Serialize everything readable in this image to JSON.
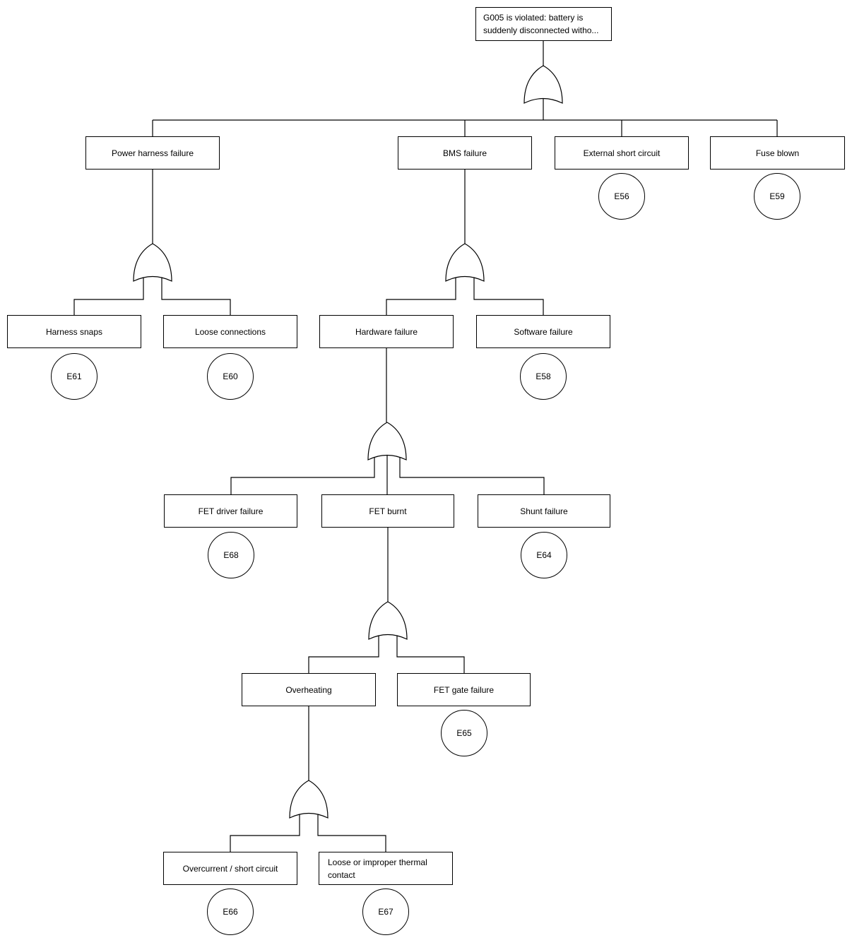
{
  "fault_tree": {
    "nodes": {
      "root": {
        "label": "G005 is violated: battery is suddenly disconnected witho...",
        "type": "top-event-box",
        "gate": "OR"
      },
      "power_harness_failure": {
        "label": "Power harness failure",
        "type": "event-box",
        "gate": "OR",
        "parent": "root"
      },
      "bms_failure": {
        "label": "BMS failure",
        "type": "event-box",
        "gate": "OR",
        "parent": "root"
      },
      "external_short_circuit": {
        "label": "External short circuit",
        "type": "basic-event",
        "event_id": "E56",
        "parent": "root"
      },
      "fuse_blown": {
        "label": "Fuse blown",
        "type": "basic-event",
        "event_id": "E59",
        "parent": "root"
      },
      "harness_snaps": {
        "label": "Harness snaps",
        "type": "basic-event",
        "event_id": "E61",
        "parent": "power_harness_failure"
      },
      "loose_connections": {
        "label": "Loose connections",
        "type": "basic-event",
        "event_id": "E60",
        "parent": "power_harness_failure"
      },
      "hardware_failure": {
        "label": "Hardware failure",
        "type": "event-box",
        "gate": "OR",
        "parent": "bms_failure"
      },
      "software_failure": {
        "label": "Software failure",
        "type": "basic-event",
        "event_id": "E58",
        "parent": "bms_failure"
      },
      "fet_driver_failure": {
        "label": "FET driver failure",
        "type": "basic-event",
        "event_id": "E68",
        "parent": "hardware_failure"
      },
      "fet_burnt": {
        "label": "FET burnt",
        "type": "event-box",
        "gate": "OR",
        "parent": "hardware_failure"
      },
      "shunt_failure": {
        "label": "Shunt failure",
        "type": "basic-event",
        "event_id": "E64",
        "parent": "hardware_failure"
      },
      "overheating": {
        "label": "Overheating",
        "type": "event-box",
        "gate": "OR",
        "parent": "fet_burnt"
      },
      "fet_gate_failure": {
        "label": "FET gate failure",
        "type": "basic-event",
        "event_id": "E65",
        "parent": "fet_burnt"
      },
      "overcurrent_short_circuit": {
        "label": "Overcurrent / short circuit",
        "type": "basic-event",
        "event_id": "E66",
        "parent": "overheating"
      },
      "loose_improper_thermal_contact": {
        "label": "Loose or improper thermal contact",
        "type": "basic-event",
        "event_id": "E67",
        "parent": "overheating"
      }
    },
    "gate_symbol": "OR",
    "colors": {
      "line": "#000000",
      "box_border": "#000000",
      "background": "#ffffff",
      "text": "#000000"
    }
  }
}
